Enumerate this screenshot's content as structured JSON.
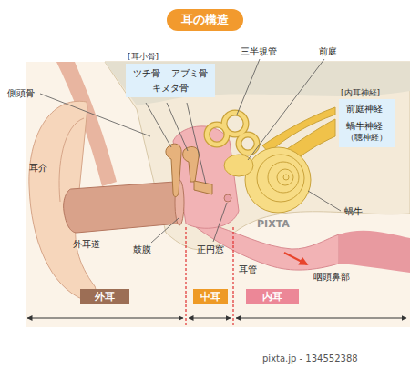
{
  "diagram": {
    "title": "耳の構造",
    "nodes": [
      {
        "text": [
          "[耳小骨]",
          "ツチ骨",
          "アブミ骨",
          "キヌタ骨"
        ]
      },
      {
        "text": [
          "[内耳神経]",
          "前庭神経",
          "蝸牛神経",
          "（聴神経）"
        ]
      },
      {
        "text": [
          "外耳"
        ]
      },
      {
        "text": [
          "中耳"
        ]
      },
      {
        "text": [
          "内耳"
        ]
      }
    ],
    "labels": [
      "側頭骨",
      "三半規管",
      "前庭",
      "耳介",
      "蝸牛",
      "外耳道",
      "鼓膜",
      "正円窓",
      "耳管",
      "咽頭鼻部",
      "PIXTA",
      "pixta.jp - 134552388"
    ]
  }
}
